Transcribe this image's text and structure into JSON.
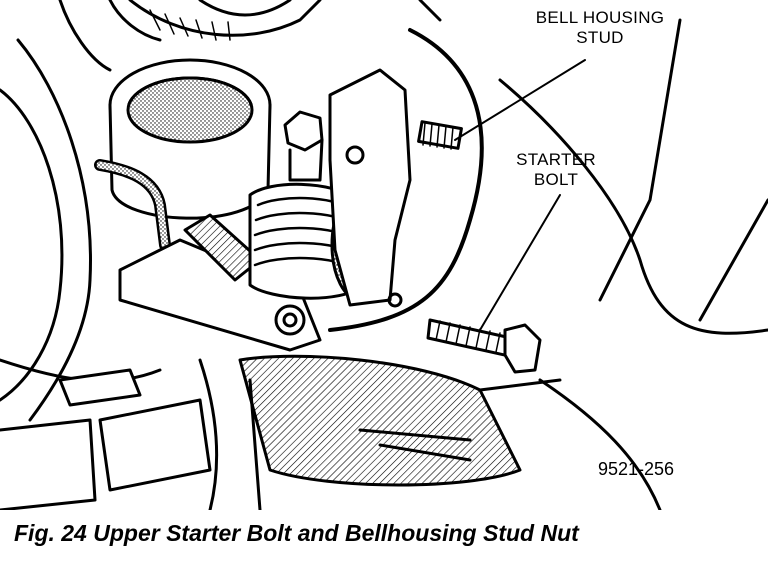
{
  "callouts": {
    "bell_housing_stud": {
      "line1": "BELL HOUSING",
      "line2": "STUD"
    },
    "starter_bolt": {
      "line1": "STARTER",
      "line2": "BOLT"
    }
  },
  "figure_number": "9521-256",
  "caption": "Fig. 24 Upper Starter Bolt and Bellhousing Stud Nut",
  "colors": {
    "ink": "#000000",
    "paper": "#ffffff"
  }
}
